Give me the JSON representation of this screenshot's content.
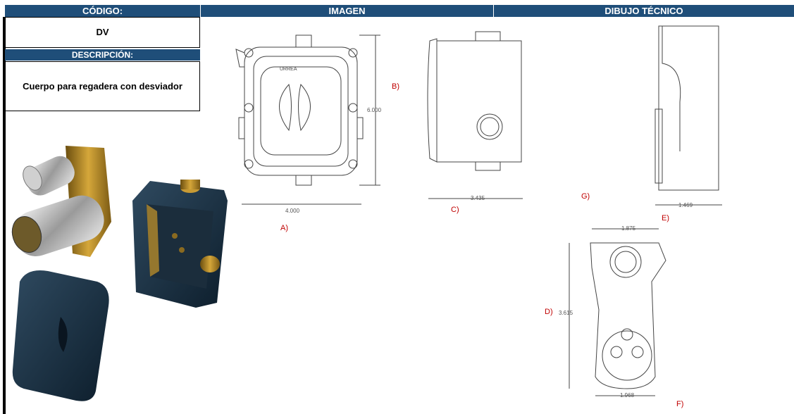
{
  "header": {
    "codigo": "CÓDIGO:",
    "imagen": "IMAGEN",
    "dibujo": "DIBUJO TÉCNICO"
  },
  "code_value": "DV",
  "descripcion_label": "DESCRIPCIÓN:",
  "descripcion_value": "Cuerpo para regadera con desviador",
  "brand": "URREA",
  "drawing": {
    "labels": {
      "a": "A)",
      "b": "B)",
      "c": "C)",
      "d": "D)",
      "e": "E)",
      "f": "F)",
      "g": "G)"
    },
    "dims": {
      "front_width": "4.000",
      "front_height": "6.000",
      "side_width": "3.435",
      "side2_width": "1.469",
      "top_width": "1.875",
      "top_height": "3.615",
      "bottom_width": "1.968"
    }
  },
  "colors": {
    "header_bg": "#1f4e79",
    "label_red": "#c00000"
  }
}
